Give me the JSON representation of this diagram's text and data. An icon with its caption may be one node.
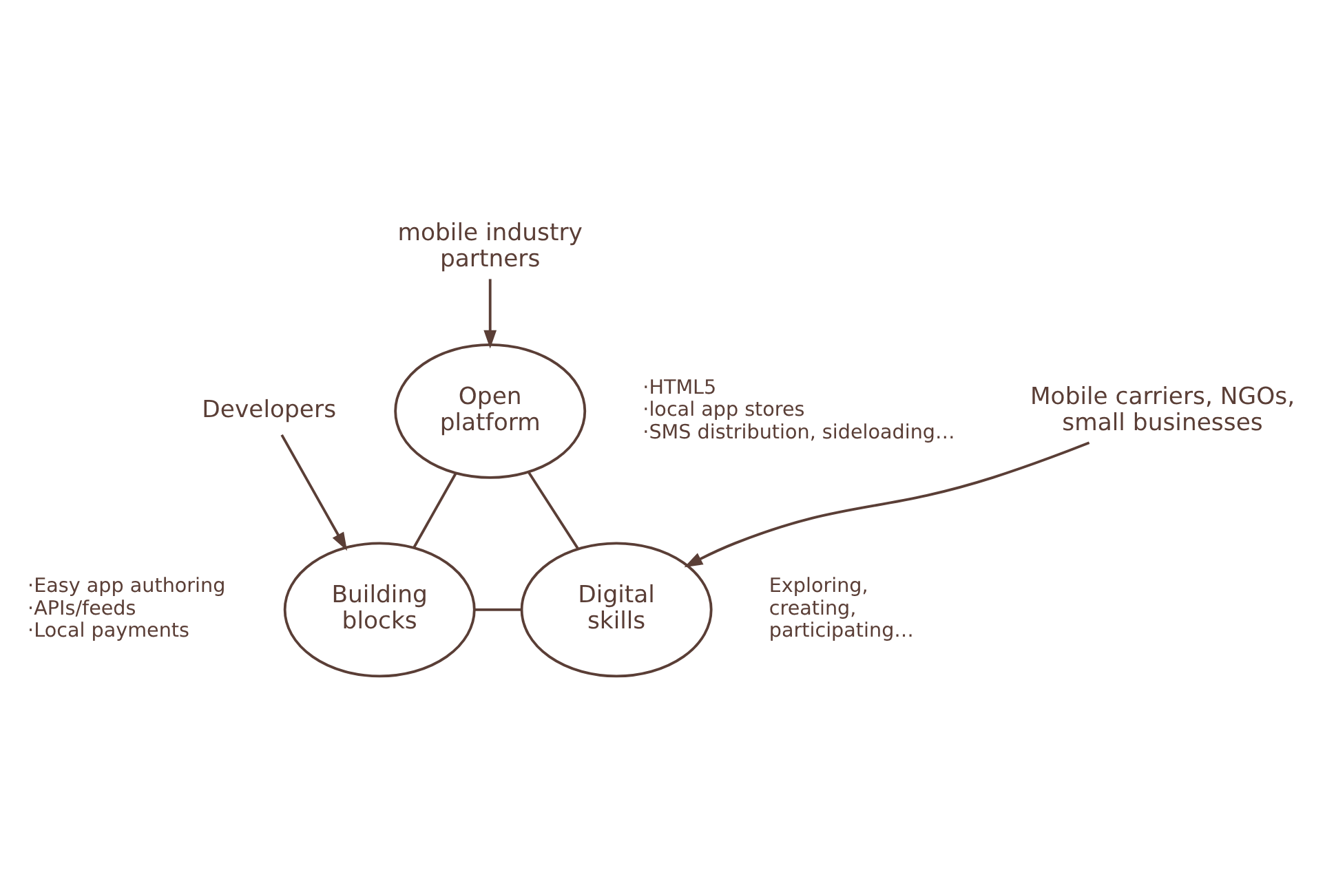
{
  "diagram": {
    "nodes": [
      {
        "text": [
          "Open platform"
        ],
        "beside": [
          "·HTML5",
          "·local app stores",
          "·SMS distribution, sideloading…"
        ]
      },
      {
        "text": [
          "Building blocks"
        ],
        "beside": [
          "·Easy app authoring",
          "·APIs/feeds",
          "·Local payments"
        ]
      },
      {
        "text": [
          "Digital skills"
        ],
        "beside": [
          "Exploring, creating, participating…"
        ]
      },
      {
        "text": [
          "mobile industry partners"
        ]
      },
      {
        "text": [
          "Developers"
        ]
      },
      {
        "text": [
          "Mobile carriers, NGOs, small businesses"
        ]
      }
    ],
    "edges": [
      {
        "from": 0,
        "to": 1,
        "arrow": "none"
      },
      {
        "from": 0,
        "to": 2,
        "arrow": "none"
      },
      {
        "from": 1,
        "to": 2,
        "arrow": "none"
      },
      {
        "from": 3,
        "to": 0,
        "arrow": "to"
      },
      {
        "from": 4,
        "to": 1,
        "arrow": "to"
      },
      {
        "from": 5,
        "to": 2,
        "arrow": "to"
      }
    ]
  }
}
